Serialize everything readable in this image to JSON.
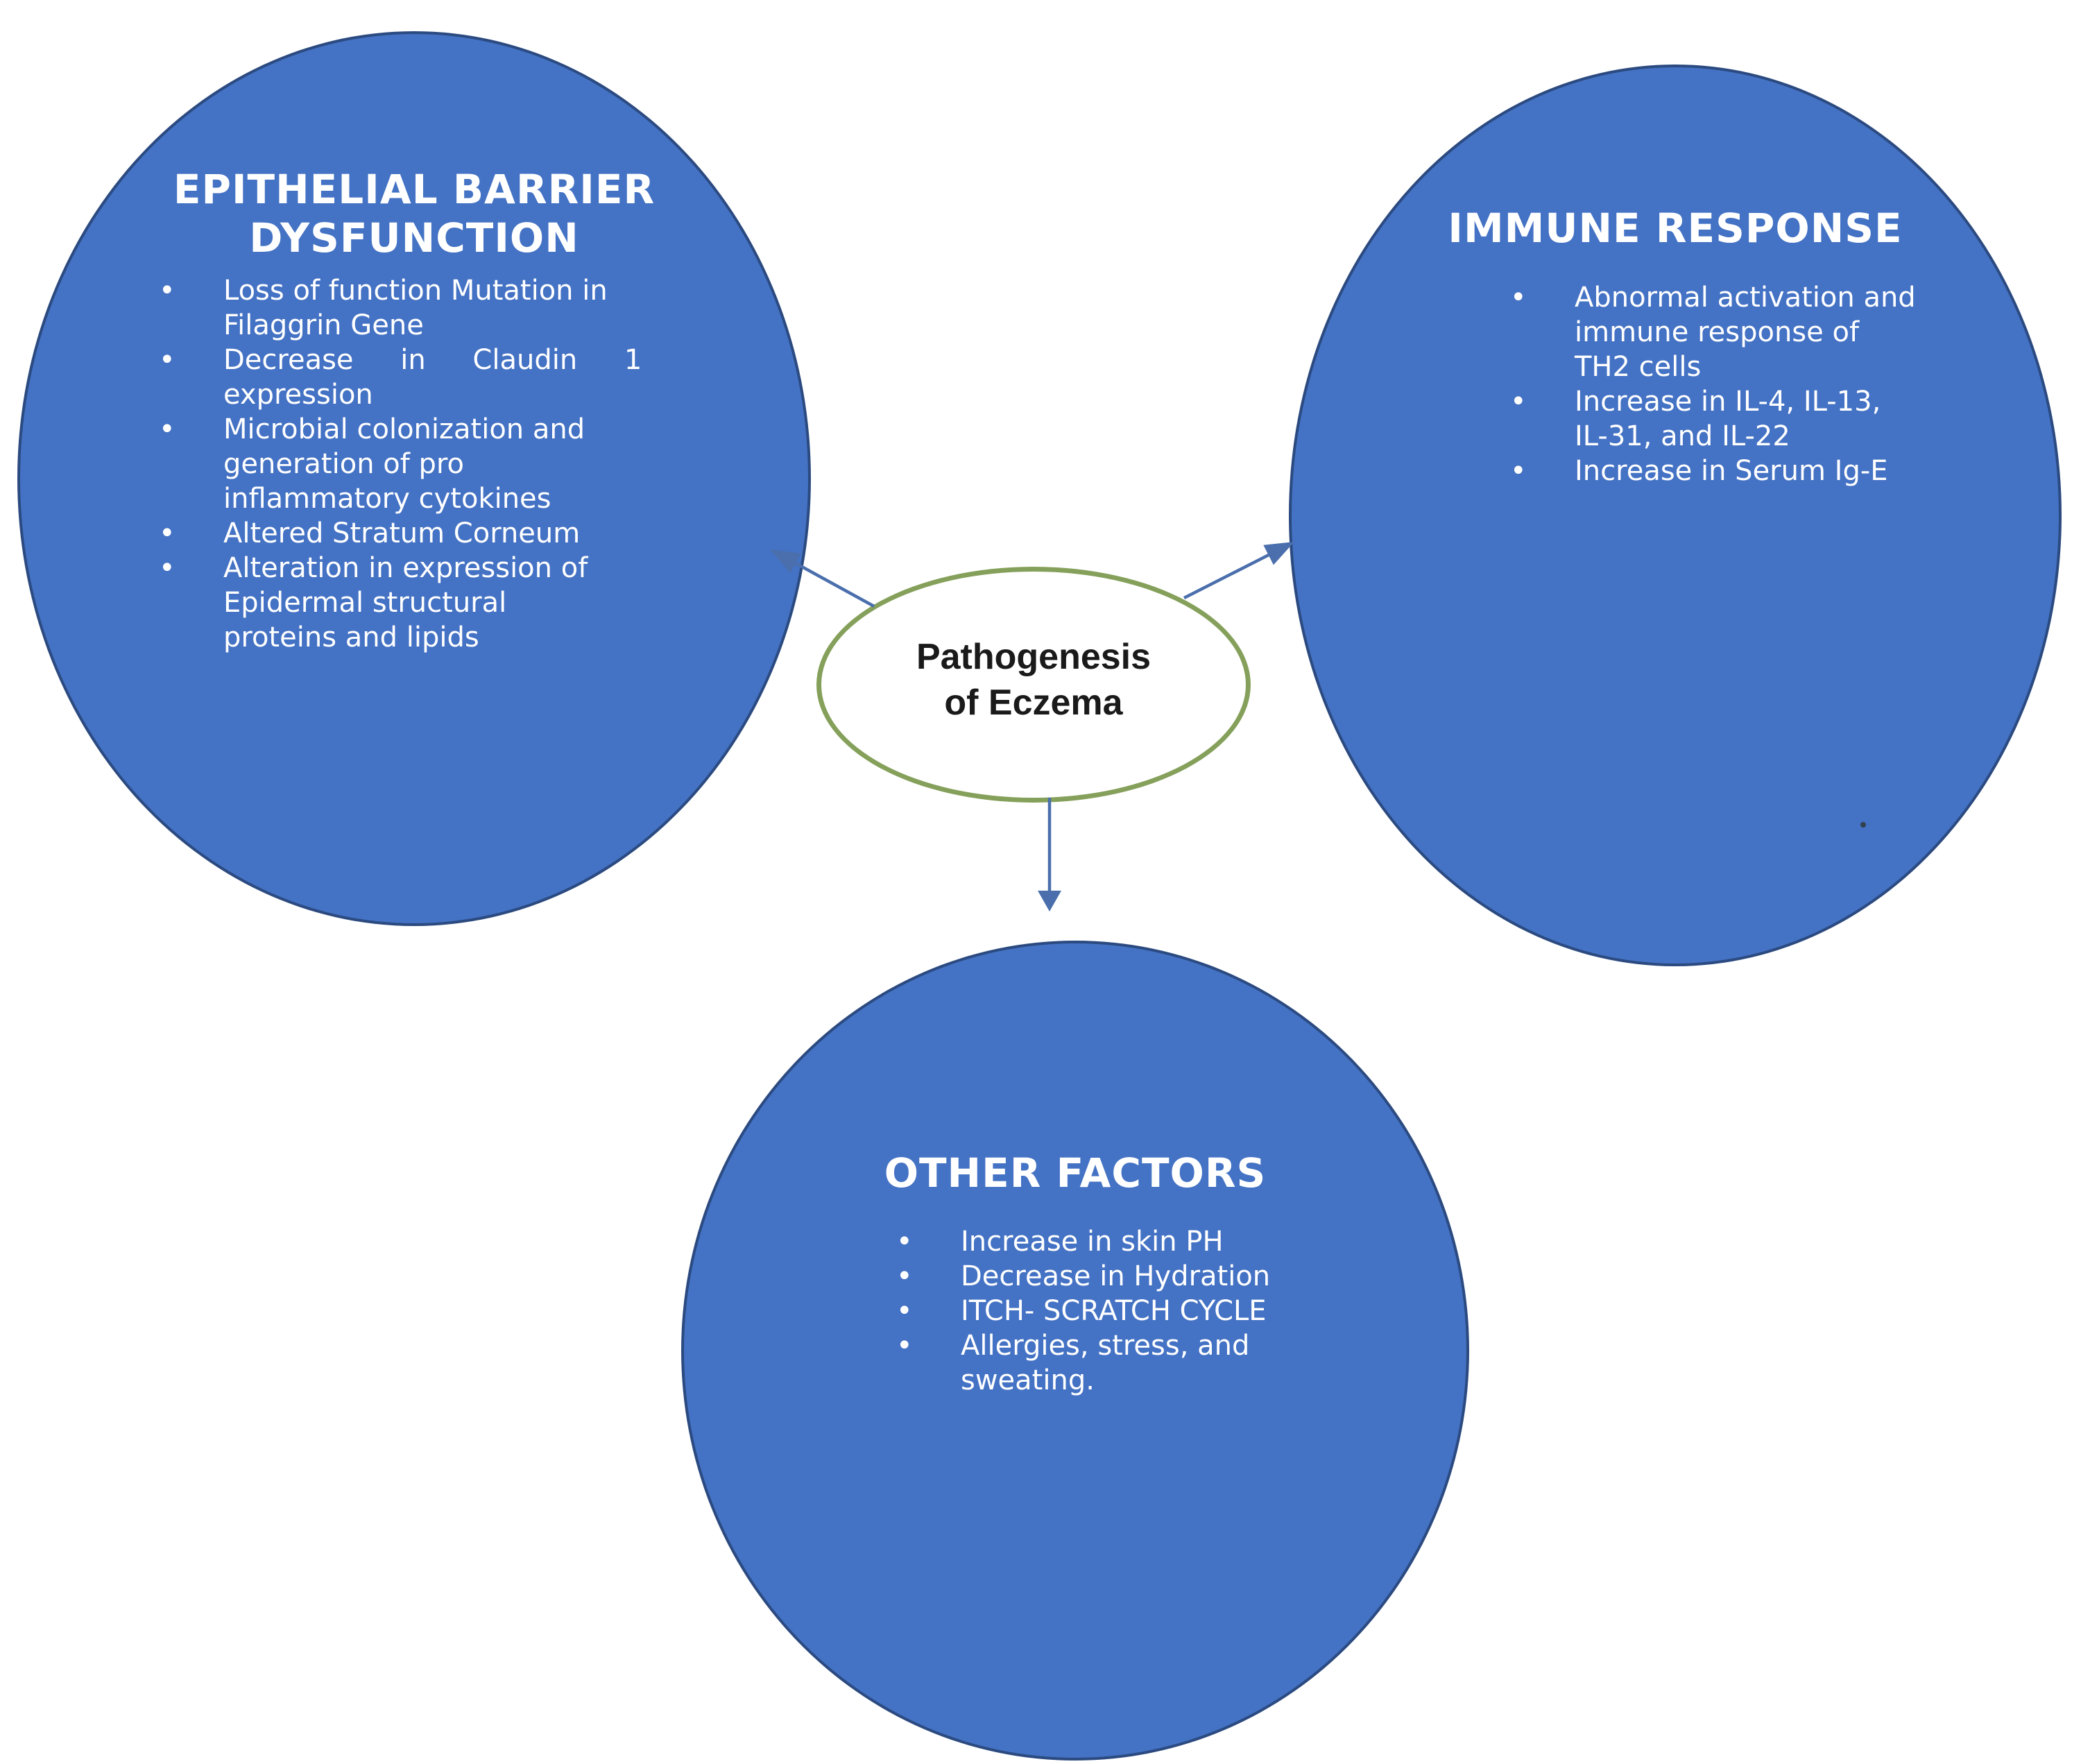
{
  "colors": {
    "circle-fill": "#4472c4",
    "circle-border": "#2b4a80",
    "circle-text": "#ffffff",
    "center-border": "#85a05a",
    "center-fill": "#ffffff",
    "center-text": "#1a1a1a",
    "arrow": "#4a6fac",
    "background": "#ffffff"
  },
  "center": {
    "label_lines": [
      "Pathogenesis",
      "of Eczema"
    ]
  },
  "circles": {
    "epithelial": {
      "title_lines": [
        "EPITHELIAL BARRIER",
        "DYSFUNCTION"
      ],
      "bullets": [
        [
          "Loss of function Mutation in",
          "Filaggrin Gene"
        ],
        [
          "Decrease in Claudin 1",
          "expression"
        ],
        [
          "Microbial colonization and",
          "generation of pro",
          "inflammatory cytokines"
        ],
        [
          "Altered Stratum Corneum"
        ],
        [
          "Alteration in expression of",
          "Epidermal structural",
          "proteins and lipids"
        ]
      ]
    },
    "immune": {
      "title_lines": [
        "IMMUNE RESPONSE"
      ],
      "bullets": [
        [
          "Abnormal activation and",
          "immune response of",
          "TH2 cells"
        ],
        [
          "Increase in IL-4, IL-13,",
          "IL-31, and IL-22"
        ],
        [
          "Increase in Serum Ig-E"
        ]
      ]
    },
    "other": {
      "title_lines": [
        "OTHER FACTORS"
      ],
      "bullets": [
        [
          "Increase in skin PH"
        ],
        [
          "Decrease in Hydration"
        ],
        [
          "ITCH- SCRATCH CYCLE"
        ],
        [
          "Allergies, stress, and",
          "sweating."
        ]
      ]
    }
  }
}
